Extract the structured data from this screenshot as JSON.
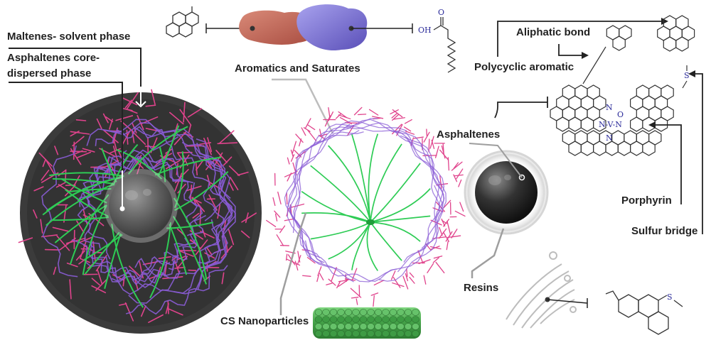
{
  "labels": {
    "maltenes": "Maltenes- solvent phase",
    "core_line1": "Asphaltenes core-",
    "core_line2": "dispersed phase",
    "aromatics": "Aromatics and Saturates",
    "aliphatic": "Aliphatic bond",
    "polycyclic": "Polycyclic aromatic",
    "asphaltenes": "Asphaltenes",
    "porphyrin": "Porphyrin",
    "sulfur": "Sulfur bridge",
    "resins": "Resins",
    "cs": "CS Nanoparticles"
  },
  "chem": {
    "acid_o": "O",
    "acid_oh": "OH",
    "sulfur_atom": "S",
    "por_o": "O",
    "por_n1": "N",
    "por_nvn": "N-V-N",
    "por_n2": "N",
    "resin_s": "S"
  },
  "colors": {
    "pink": "#e0438c",
    "purple": "#8a5cd6",
    "green": "#2ecc55",
    "dark": "#3a3a3a",
    "core": "#6d6d6d",
    "protein_red": "#c9695a",
    "protein_blue": "#7a6fd0",
    "nano_green": "#4caf50"
  }
}
